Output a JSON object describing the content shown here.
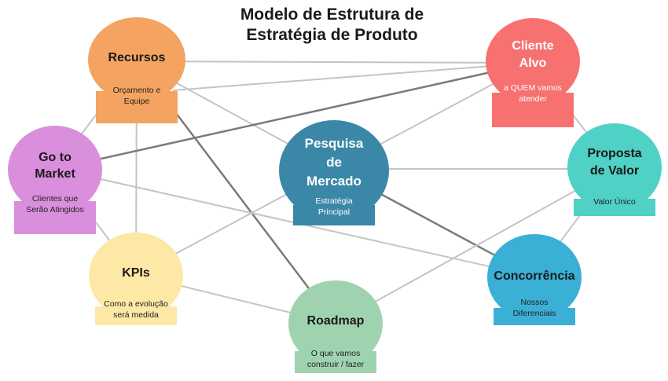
{
  "title": {
    "line1": "Modelo de Estrutura de",
    "line2": "Estratégia de Produto"
  },
  "nodes": {
    "recursos": {
      "label": "Recursos",
      "sub": [
        "Orçamento e",
        "Equipe"
      ],
      "color": "#F4A460"
    },
    "cliente_alvo": {
      "label": [
        "Cliente",
        "Alvo"
      ],
      "sub": [
        "a QUEM vamos",
        "atender"
      ],
      "color": "#F87171"
    },
    "go_to_market": {
      "label": [
        "Go to",
        "Market"
      ],
      "sub": [
        "Clientes que",
        "Serão Atingidos"
      ],
      "color": "#DA8FDC"
    },
    "pesquisa": {
      "label": [
        "Pesquisa",
        "de",
        "Mercado"
      ],
      "sub": [
        "Estratégia",
        "Principal"
      ],
      "color": "#3A87A8"
    },
    "proposta": {
      "label": [
        "Proposta",
        "de Valor"
      ],
      "sub": [
        "Valor Único"
      ],
      "color": "#4FD1C5"
    },
    "kpis": {
      "label": "KPIs",
      "sub": [
        "Como a evolução",
        "será medida"
      ],
      "color": "#FDE8A6"
    },
    "concorrencia": {
      "label": "Concorrência",
      "sub": [
        "Nossos",
        "Diferenciais"
      ],
      "color": "#3BB0D6"
    },
    "roadmap": {
      "label": "Roadmap",
      "sub": [
        "O que vamos",
        "construir / fazer"
      ],
      "color": "#9FD3B0"
    }
  },
  "connections": [
    [
      "recursos",
      "cliente_alvo"
    ],
    [
      "recursos",
      "go_to_market"
    ],
    [
      "recursos",
      "pesquisa"
    ],
    [
      "recursos",
      "kpis"
    ],
    [
      "recursos",
      "roadmap"
    ],
    [
      "cliente_alvo",
      "go_to_market"
    ],
    [
      "cliente_alvo",
      "pesquisa"
    ],
    [
      "cliente_alvo",
      "proposta"
    ],
    [
      "cliente_alvo",
      "recursos_box"
    ],
    [
      "go_to_market",
      "concorrencia"
    ],
    [
      "go_to_market",
      "kpis"
    ],
    [
      "pesquisa",
      "kpis"
    ],
    [
      "pesquisa",
      "proposta"
    ],
    [
      "pesquisa",
      "concorrencia"
    ],
    [
      "proposta",
      "concorrencia"
    ],
    [
      "proposta",
      "roadmap"
    ],
    [
      "kpis",
      "roadmap"
    ]
  ]
}
